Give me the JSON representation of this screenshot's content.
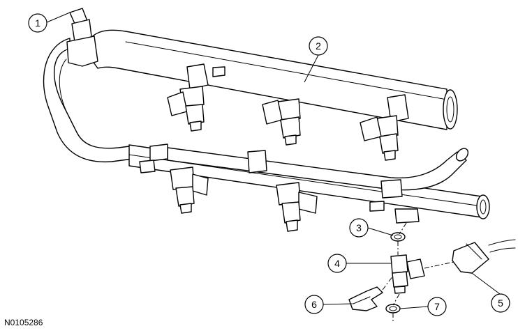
{
  "figure": {
    "code": "N0105286",
    "callouts": [
      "1",
      "2",
      "3",
      "4",
      "5",
      "6",
      "7"
    ]
  },
  "colors": {
    "line": "#000000",
    "background": "#ffffff"
  }
}
